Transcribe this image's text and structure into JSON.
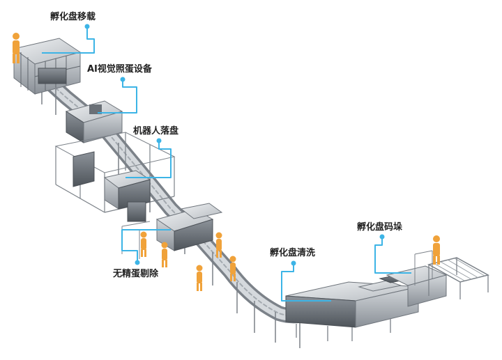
{
  "labels": {
    "tray_transfer": "孵化盘移载",
    "ai_candling": "AI视觉照蛋设备",
    "robot_tray_drop": "机器人落盘",
    "infertile_removal": "无精蛋剔除",
    "tray_washing": "孵化盘清洗",
    "tray_stacking": "孵化盘码垛"
  },
  "colors": {
    "callout": "#3cb4e6",
    "machine": "#8f959c",
    "machine_light": "#c9cdd2",
    "machine_dark": "#5b6168",
    "worker": "#f0a23a",
    "text": "#222222"
  }
}
